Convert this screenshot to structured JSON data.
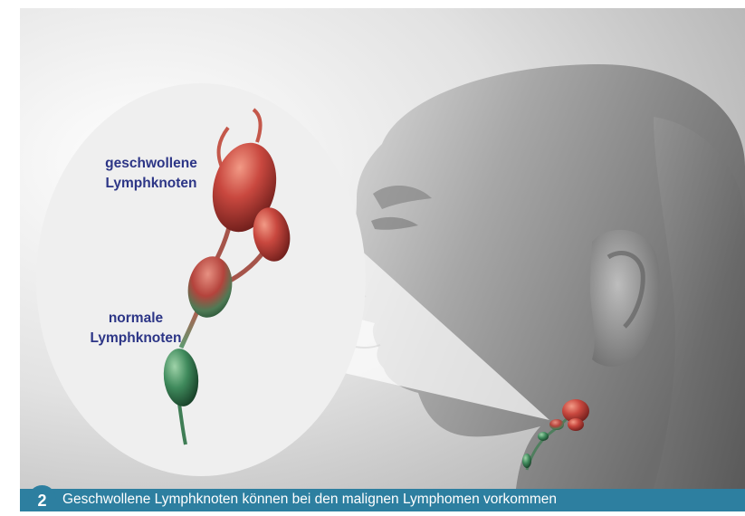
{
  "figure": {
    "number": "2",
    "caption": "Geschwollene Lymphknoten können bei den malignen Lymphomen vorkommen",
    "label_swollen": "geschwollene Lymphknoten",
    "label_normal": "normale Lymphknoten"
  },
  "colors": {
    "caption_bar": "#2d7fa0",
    "label_text": "#2c3586",
    "swollen_node": "#b8403a",
    "normal_node": "#3f8a5c"
  }
}
